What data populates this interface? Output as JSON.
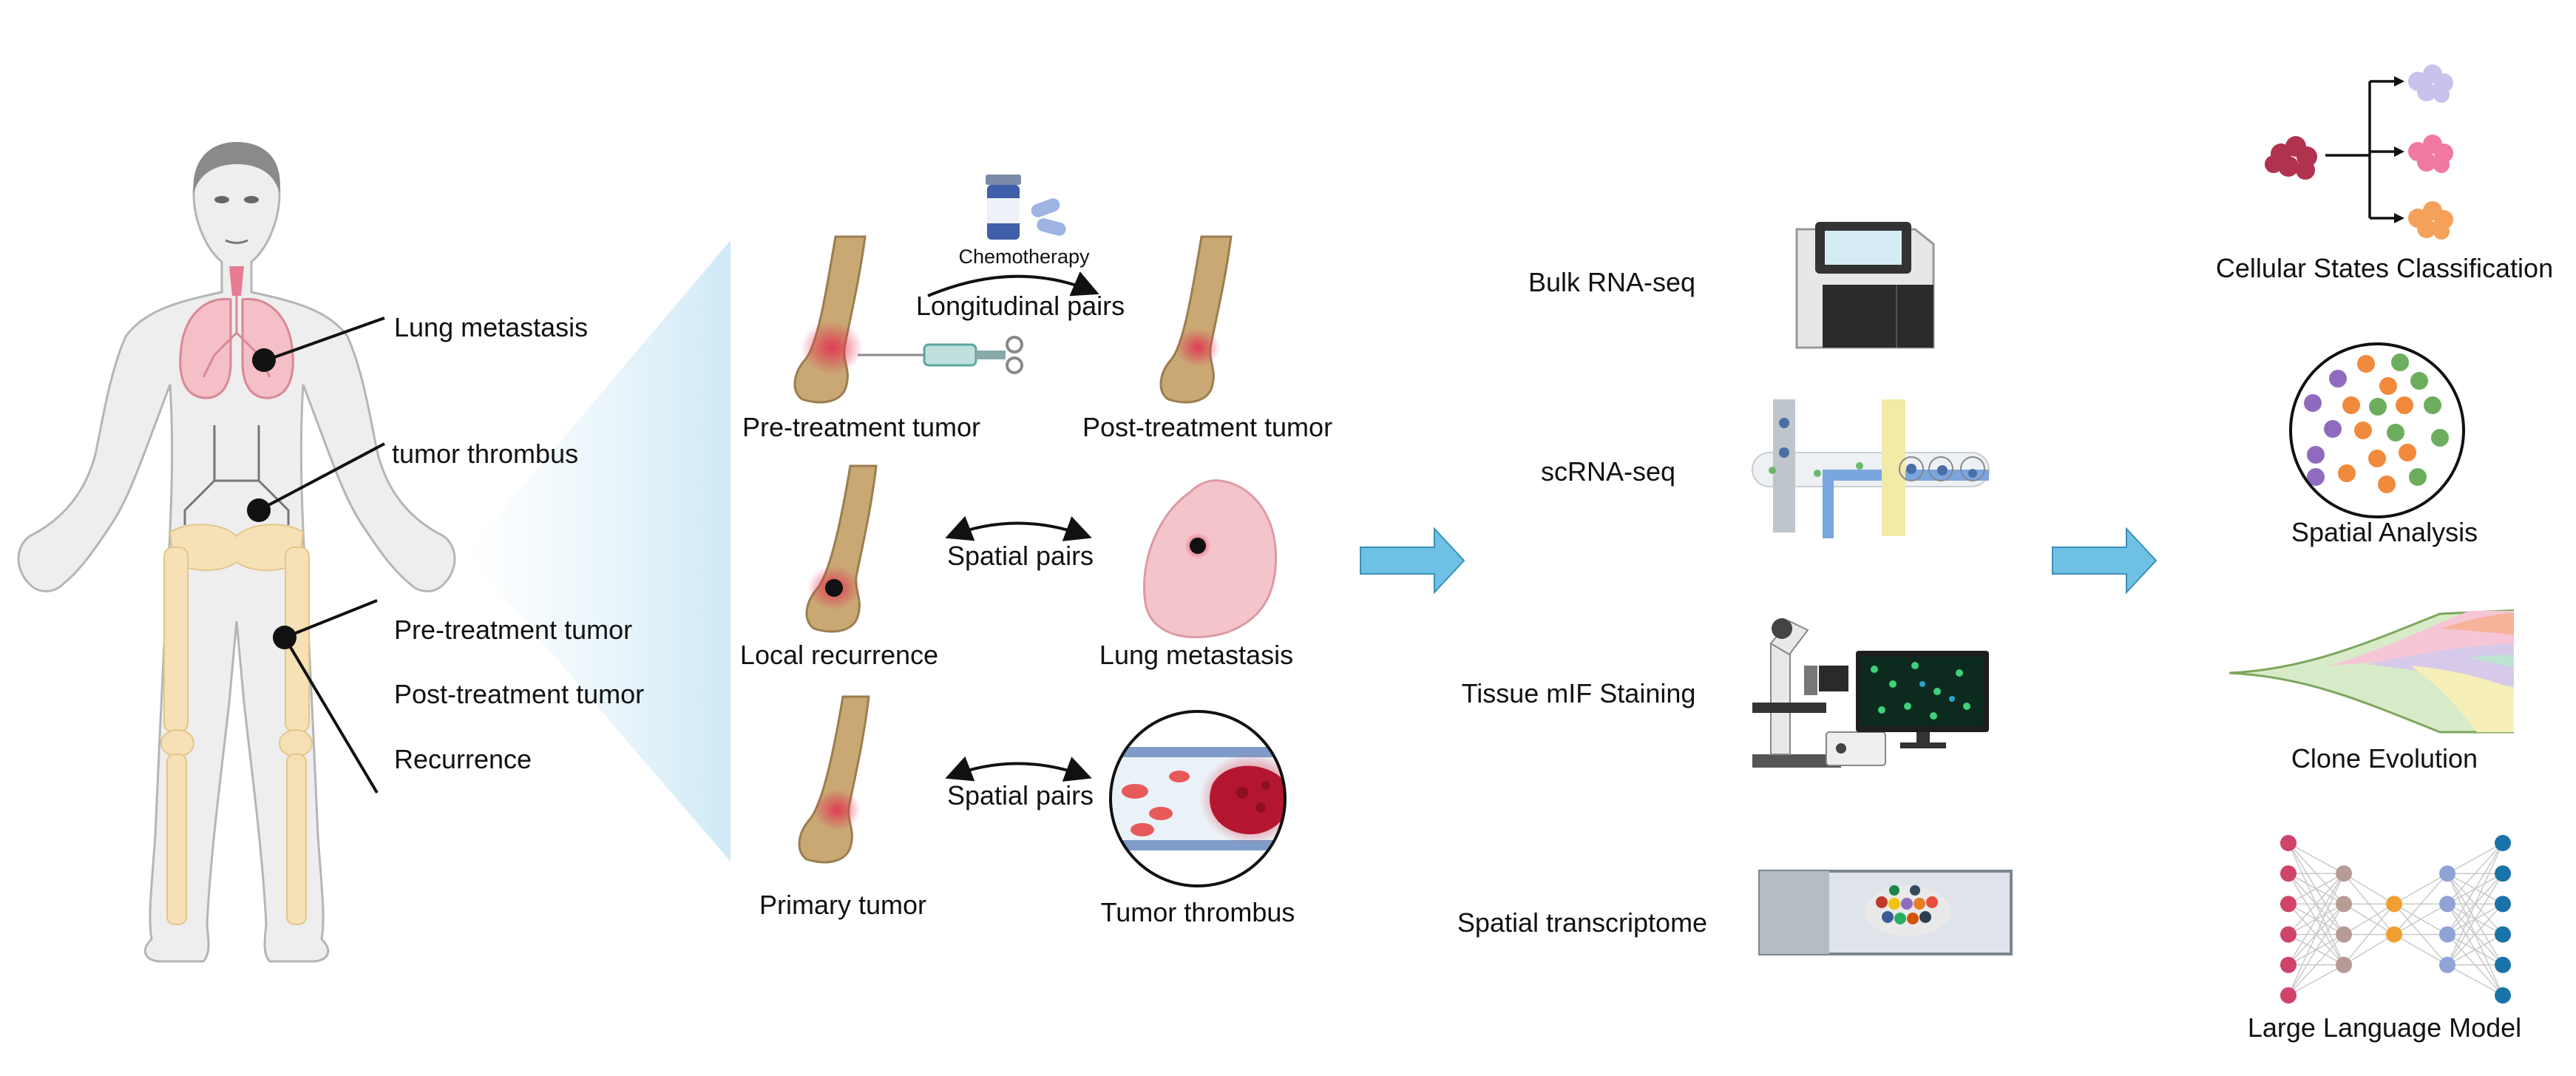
{
  "body_labels": {
    "lung_metastasis": "Lung metastasis",
    "tumor_thrombus": "tumor thrombus",
    "pre_treatment_tumor": "Pre-treatment tumor",
    "post_treatment_tumor": "Post-treatment tumor",
    "recurrence": "Recurrence"
  },
  "sample_pairs": {
    "chemotherapy": "Chemotherapy",
    "longitudinal_pairs": "Longitudinal pairs",
    "pre_treatment_tumor": "Pre-treatment tumor",
    "post_treatment_tumor": "Post-treatment tumor",
    "spatial_pairs_1": "Spatial pairs",
    "local_recurrence": "Local recurrence",
    "lung_metastasis": "Lung metastasis",
    "spatial_pairs_2": "Spatial pairs",
    "primary_tumor": "Primary tumor",
    "tumor_thrombus": "Tumor thrombus"
  },
  "assays": {
    "bulk_rna_seq": "Bulk RNA-seq",
    "scrna_seq": "scRNA-seq",
    "tissue_mif_staining": "Tissue mIF Staining",
    "spatial_transcriptome": "Spatial transcriptome"
  },
  "analyses": {
    "cellular_states": "Cellular States Classification",
    "spatial_analysis": "Spatial Analysis",
    "clone_evolution": "Clone Evolution",
    "large_language_model": "Large Language Model"
  },
  "colors": {
    "flow_arrow": "#6EC1E4",
    "tumor_red": "#C8324A",
    "bone": "#C9A874",
    "skin": "#EDEDED",
    "lung_pink": "#F4BFC6",
    "dot_purple": "#8E6BBF",
    "dot_orange": "#F08A3C",
    "dot_green": "#6DAE5E",
    "nn_red": "#D0436A",
    "nn_brown": "#B79B96",
    "nn_orange": "#F0A030",
    "nn_blue": "#8FA3D6",
    "nn_teal": "#1A73A8"
  },
  "icons": [
    "human-body-icon",
    "lung-icon",
    "bone-icon",
    "medicine-bottle-icon",
    "pill-icon",
    "syringe-icon",
    "blood-vessel-icon",
    "sequencer-icon",
    "microfluidic-chip-icon",
    "microscope-icon",
    "monitor-icon",
    "slide-icon",
    "cell-cluster-icon",
    "scatter-circle-icon",
    "fish-plot-icon",
    "neural-network-icon",
    "flow-arrow-icon"
  ]
}
